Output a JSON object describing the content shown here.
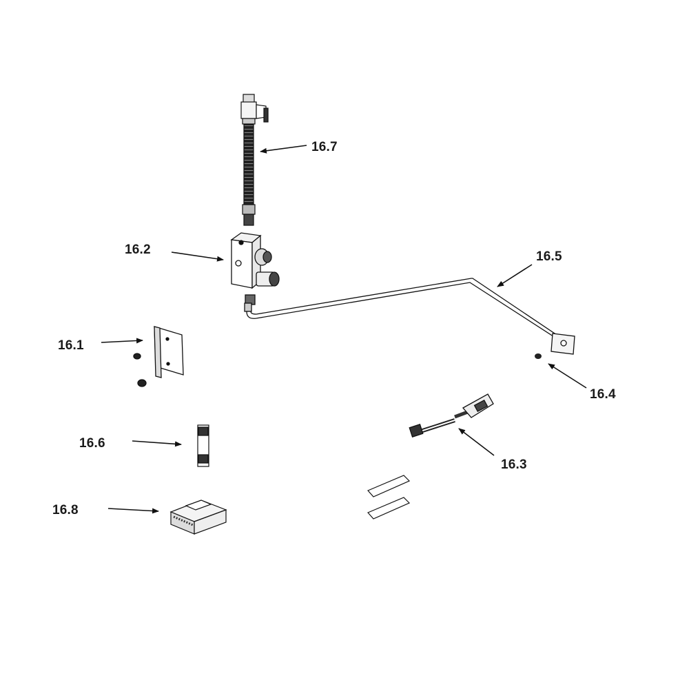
{
  "diagram": {
    "callouts": [
      {
        "id": "16.7",
        "label": "16.7"
      },
      {
        "id": "16.2",
        "label": "16.2"
      },
      {
        "id": "16.5",
        "label": "16.5"
      },
      {
        "id": "16.1",
        "label": "16.1"
      },
      {
        "id": "16.4",
        "label": "16.4"
      },
      {
        "id": "16.6",
        "label": "16.6"
      },
      {
        "id": "16.3",
        "label": "16.3"
      },
      {
        "id": "16.8",
        "label": "16.8"
      }
    ]
  }
}
